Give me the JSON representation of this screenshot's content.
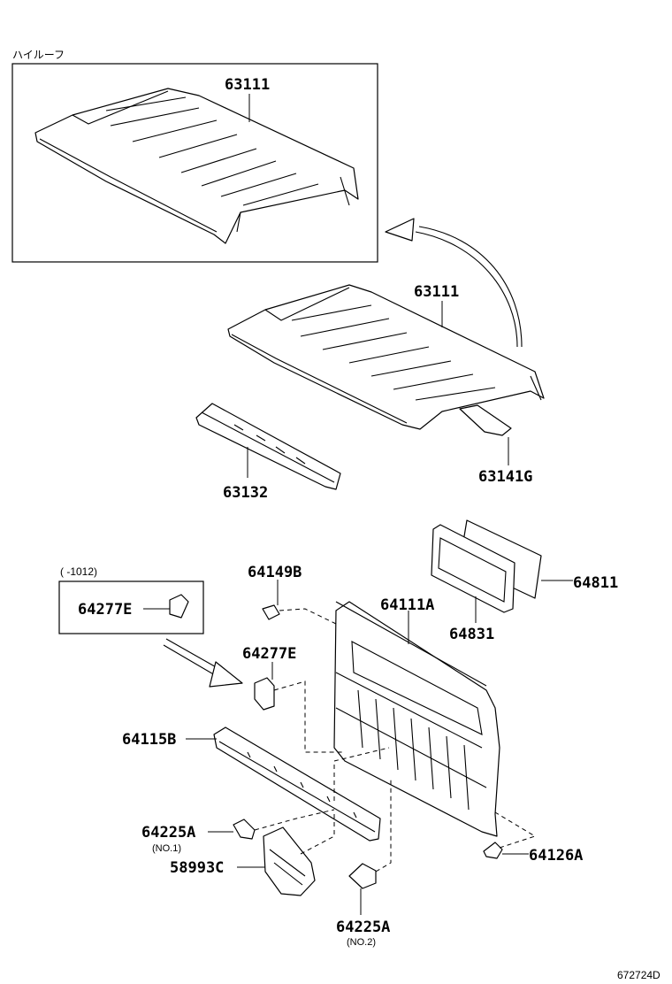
{
  "high_roof_caption": "ハイルーフ",
  "high_roof_part": "63111",
  "roof_panel": "63111",
  "roof_bow": "63141G",
  "roof_header": "63132",
  "bracket_top": "64149B",
  "back_panel": "64111A",
  "window_glass": "64811",
  "window_seal": "64831",
  "inset": {
    "date_note": "(      -1012)",
    "part": "64277E"
  },
  "bracket_side": "64277E",
  "crossmember": "64115B",
  "clip_no1": {
    "part": "64225A",
    "note": "(NO.1)"
  },
  "extension": "58993C",
  "clip_no2": {
    "part": "64225A",
    "note": "(NO.2)"
  },
  "bracket_right": "64126A",
  "figure_code": "672724D",
  "callout_color": "#000000"
}
